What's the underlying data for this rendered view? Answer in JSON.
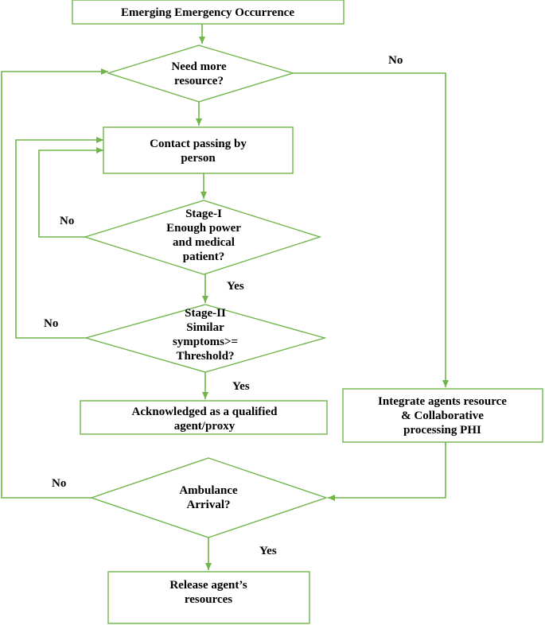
{
  "colors": {
    "stroke": "#6fb54a",
    "text": "#000000",
    "background": "#ffffff"
  },
  "nodes": {
    "start": {
      "lines": [
        "Emerging  Emergency Occurrence"
      ]
    },
    "need_more": {
      "lines": [
        "Need more",
        "resource?"
      ]
    },
    "contact": {
      "lines": [
        "Contact passing by",
        "person"
      ]
    },
    "stage1": {
      "lines": [
        "Stage-I",
        "Enough power",
        "and  medical",
        "patient?"
      ]
    },
    "stage2": {
      "lines": [
        "Stage-II",
        "Similar",
        "symptoms>=",
        "Threshold?"
      ]
    },
    "acknowledged": {
      "lines": [
        "Acknowledged  as a qualified",
        "agent/proxy"
      ]
    },
    "integrate": {
      "lines": [
        "Integrate agents resource",
        "& Collaborative",
        "processing PHI"
      ]
    },
    "ambulance": {
      "lines": [
        "Ambulance",
        "Arrival?"
      ]
    },
    "release": {
      "lines": [
        "Release agent’s",
        "resources"
      ]
    }
  },
  "edge_labels": {
    "need_more_no": "No",
    "stage1_no": "No",
    "stage1_yes": "Yes",
    "stage2_no": "No",
    "stage2_yes": "Yes",
    "ambulance_no": "No",
    "ambulance_yes": "Yes"
  }
}
